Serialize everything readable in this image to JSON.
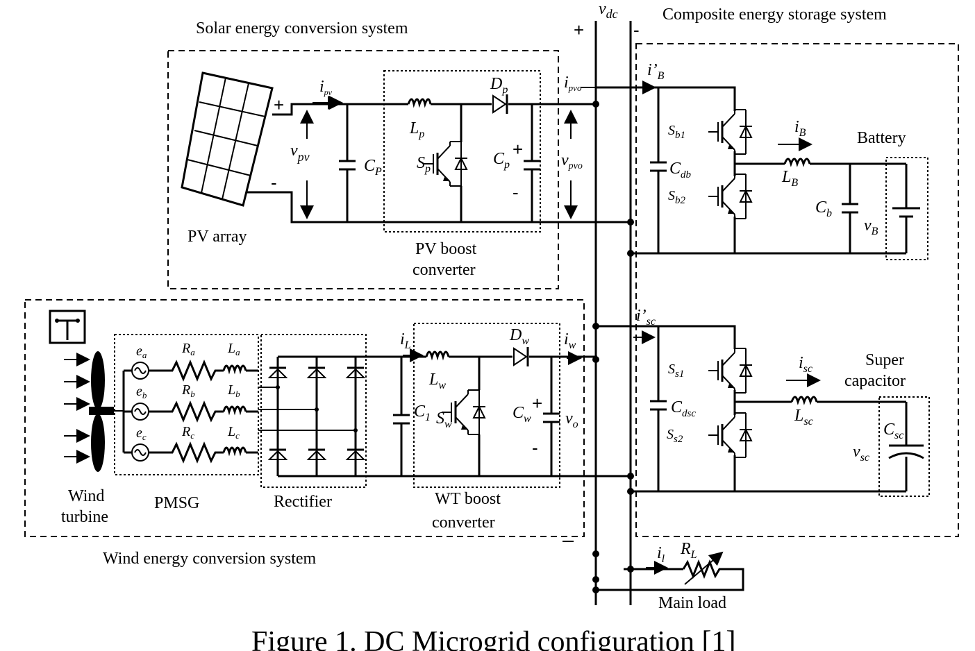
{
  "titles": {
    "vdc": "v",
    "vdc_sub": "dc",
    "solar": "Solar energy conversion  system",
    "storage": "Composite energy storage system",
    "wind": "Wind energy conversion system",
    "caption": "Figure 1. DC Microgrid configuration [1]"
  },
  "labels": {
    "pv_array": "PV array",
    "pv_boost_1": "PV boost",
    "pv_boost_2": "converter",
    "battery": "Battery",
    "super_1": "Super",
    "super_2": "capacitor",
    "wind_1": "Wind",
    "wind_2": "turbine",
    "pmsg": "PMSG",
    "rectifier": "Rectifier",
    "wt_boost_1": "WT boost",
    "wt_boost_2": "converter",
    "main_load": "Main load"
  },
  "signs": {
    "plus": "+",
    "minus": "-"
  },
  "symbols": {
    "ipv": "i",
    "ipv_sub": "pv",
    "vpv": "v",
    "vpv_sub": "pv",
    "Cp": "C",
    "Cp_sub": "P",
    "Lp": "L",
    "Lp_sub": "p",
    "Dp": "D",
    "Dp_sub": "p",
    "Sp": "S",
    "Sp_sub": "p",
    "Cp2": "C",
    "Cp2_sub": "p",
    "ipvo": "i",
    "ipvo_sub": "pvo",
    "vpvo": "v",
    "vpvo_sub": "pvo",
    "iB_prime": "i’",
    "iB_prime_sub": "B",
    "Sb1": "S",
    "Sb1_sub": "b1",
    "Sb2": "S",
    "Sb2_sub": "b2",
    "Cdb": "C",
    "Cdb_sub": "db",
    "iB": "i",
    "iB_sub": "B",
    "LB": "L",
    "LB_sub": "B",
    "Cb": "C",
    "Cb_sub": "b",
    "vB": "v",
    "vB_sub": "B",
    "isc_prime": "i’",
    "isc_prime_sub": "sc",
    "Ss1": "S",
    "Ss1_sub": "s1",
    "Ss2": "S",
    "Ss2_sub": "s2",
    "Cdsc": "C",
    "Cdsc_sub": "dsc",
    "isc": "i",
    "isc_sub": "sc",
    "Lsc": "L",
    "Lsc_sub": "sc",
    "Csc": "C",
    "Csc_sub": "sc",
    "vsc": "v",
    "vsc_sub": "sc",
    "ea": "e",
    "ea_sub": "a",
    "eb": "e",
    "eb_sub": "b",
    "ec": "e",
    "ec_sub": "c",
    "Ra": "R",
    "Ra_sub": "a",
    "Rb": "R",
    "Rb_sub": "b",
    "Rc": "R",
    "Rc_sub": "c",
    "La": "L",
    "La_sub": "a",
    "Lb": "L",
    "Lb_sub": "b",
    "Lc": "L",
    "Lc_sub": "c",
    "iL": "i",
    "iL_sub": "L",
    "C1": "C",
    "C1_sub": "1",
    "Lw": "L",
    "Lw_sub": "w",
    "Dw": "D",
    "Dw_sub": "w",
    "Sw": "S",
    "Sw_sub": "w",
    "Cw": "C",
    "Cw_sub": "w",
    "iw": "i",
    "iw_sub": "w",
    "vo": "v",
    "vo_sub": "o",
    "il": "i",
    "il_sub": "l",
    "RL": "R",
    "RL_sub": "L"
  }
}
